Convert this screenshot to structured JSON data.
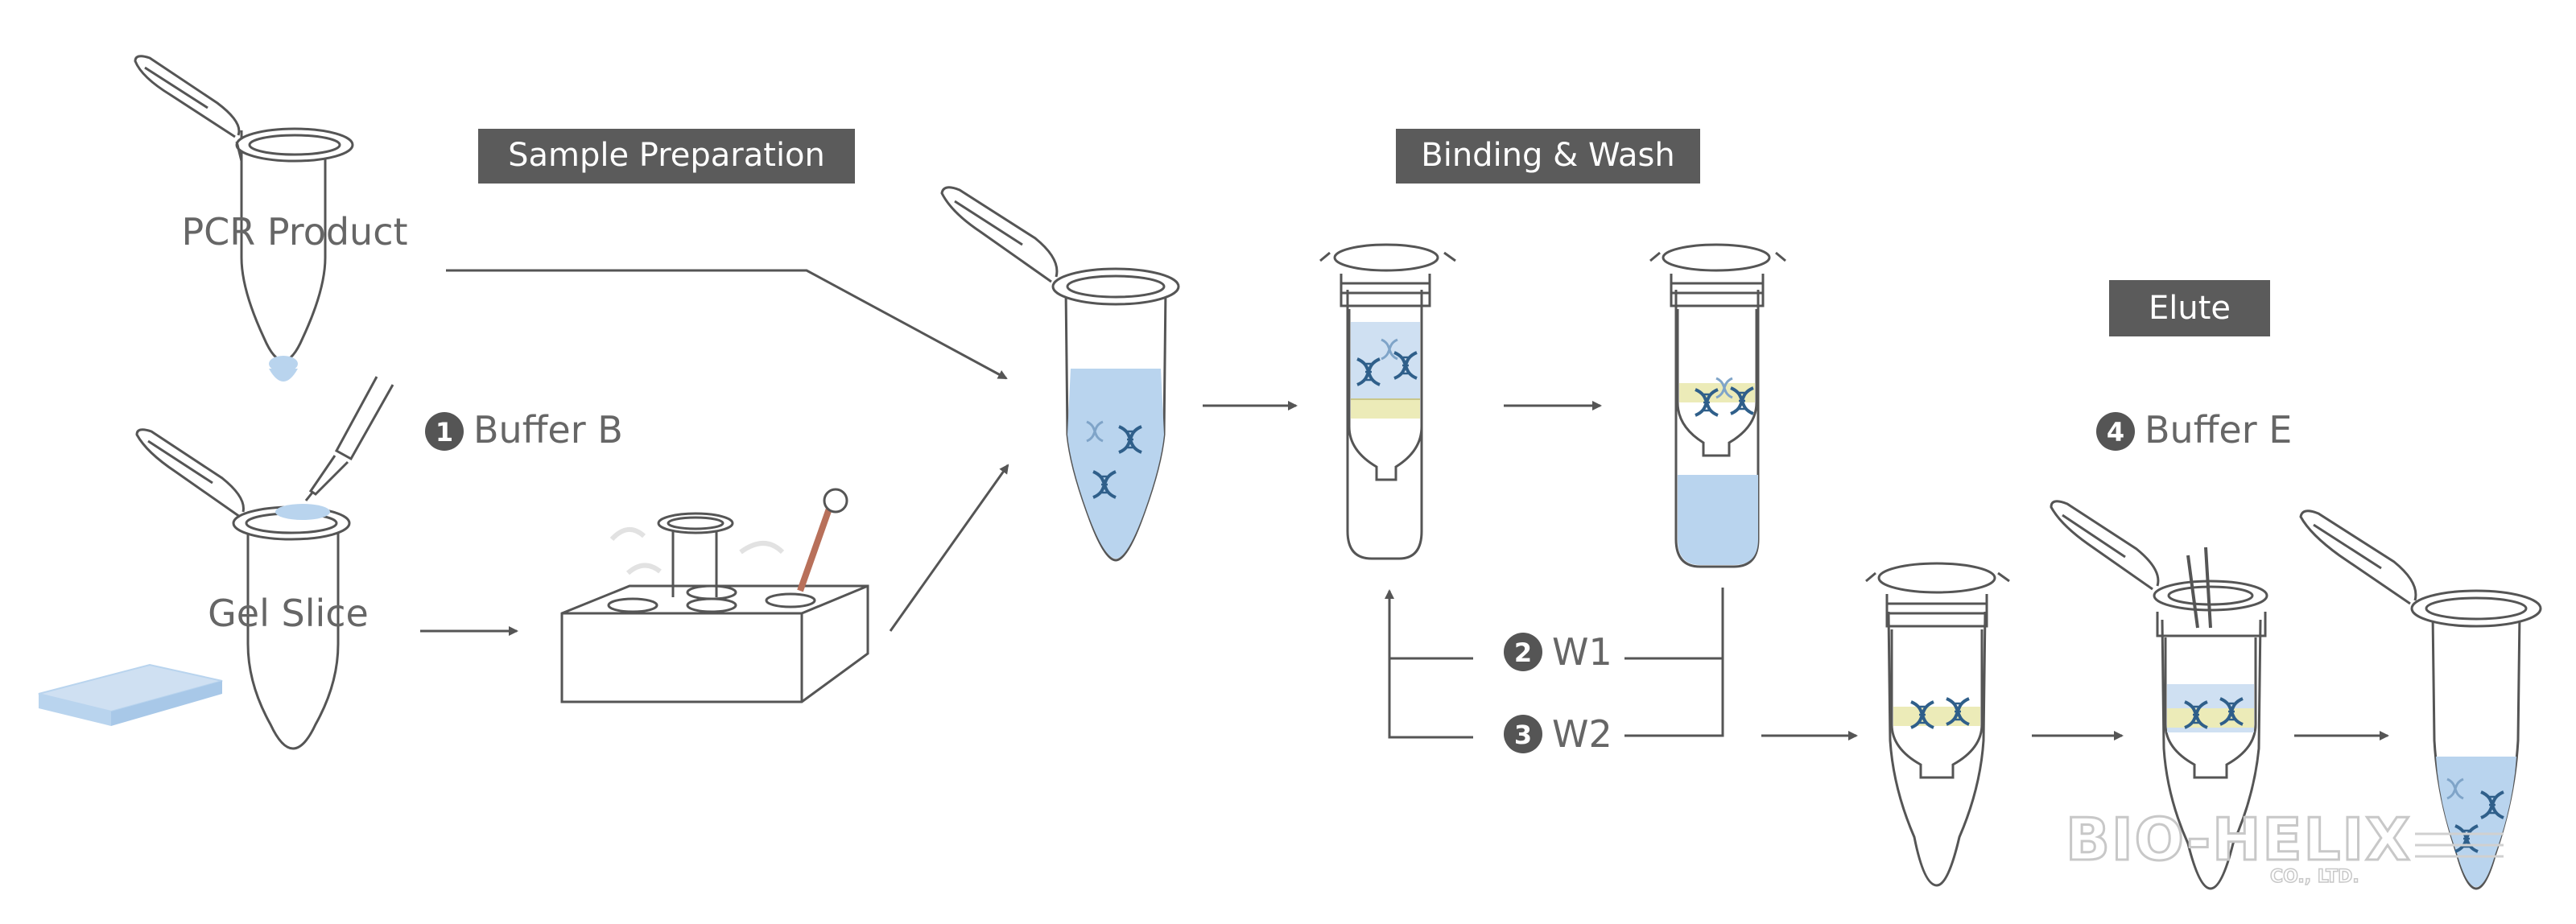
{
  "headers": {
    "sample_preparation": "Sample Preparation",
    "binding_wash": "Binding & Wash",
    "elute": "Elute"
  },
  "labels": {
    "pcr_product": "PCR Product",
    "gel_slice": "Gel Slice"
  },
  "steps": [
    {
      "num": "1",
      "label": "Buffer B"
    },
    {
      "num": "2",
      "label": "W1"
    },
    {
      "num": "3",
      "label": "W2"
    },
    {
      "num": "4",
      "label": "Buffer E"
    }
  ],
  "watermark": {
    "brand": "BIO-HELIX",
    "suffix": "CO., LTD."
  },
  "colors": {
    "header_bg": "#5b5b5b",
    "line": "#555555",
    "liquid": "#b9d4ee",
    "liquid_dark": "#9dc0e4",
    "membrane": "#ecebb8",
    "dna": "#2f5f8a",
    "heat_rod": "#b8705a"
  }
}
